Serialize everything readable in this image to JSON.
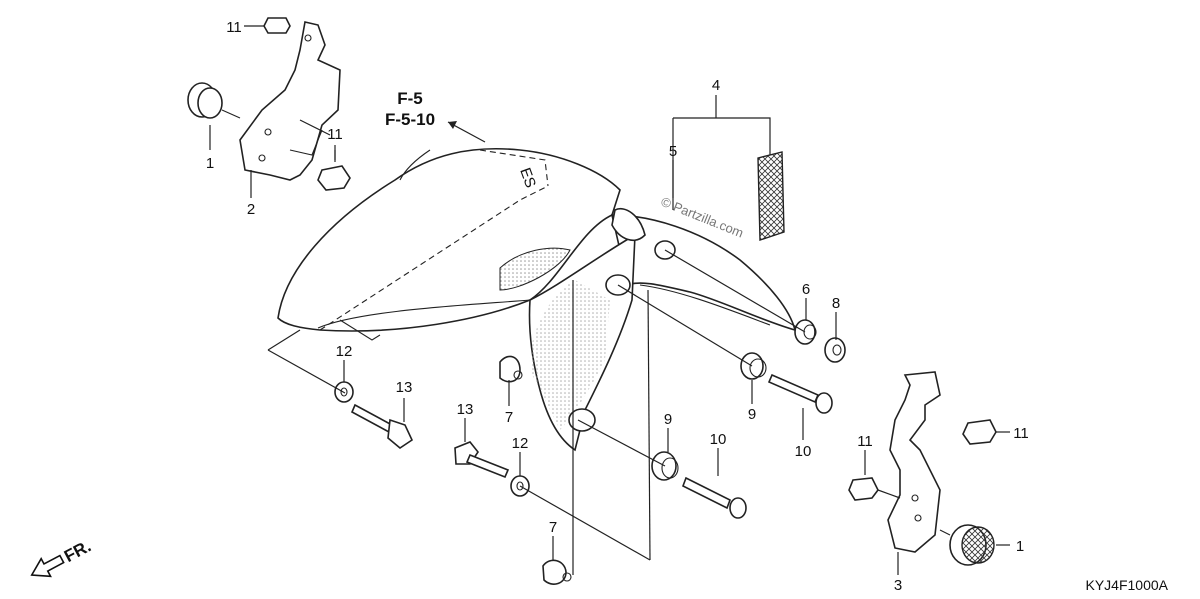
{
  "diagram": {
    "ref_top": "F-5",
    "ref_bottom": "F-5-10",
    "watermark": "© Partzilla.com",
    "front_label": "FR.",
    "drawing_code": "KYJ4F1000A",
    "callouts": {
      "c1a": "1",
      "c1b": "1",
      "c2": "2",
      "c3": "3",
      "c4": "4",
      "c5": "5",
      "c6": "6",
      "c7a": "7",
      "c7b": "7",
      "c8": "8",
      "c9a": "9",
      "c9b": "9",
      "c10a": "10",
      "c10b": "10",
      "c11a": "11",
      "c11b": "11",
      "c11c": "11",
      "c11d": "11",
      "c12a": "12",
      "c12b": "12",
      "c13a": "13",
      "c13b": "13"
    }
  }
}
